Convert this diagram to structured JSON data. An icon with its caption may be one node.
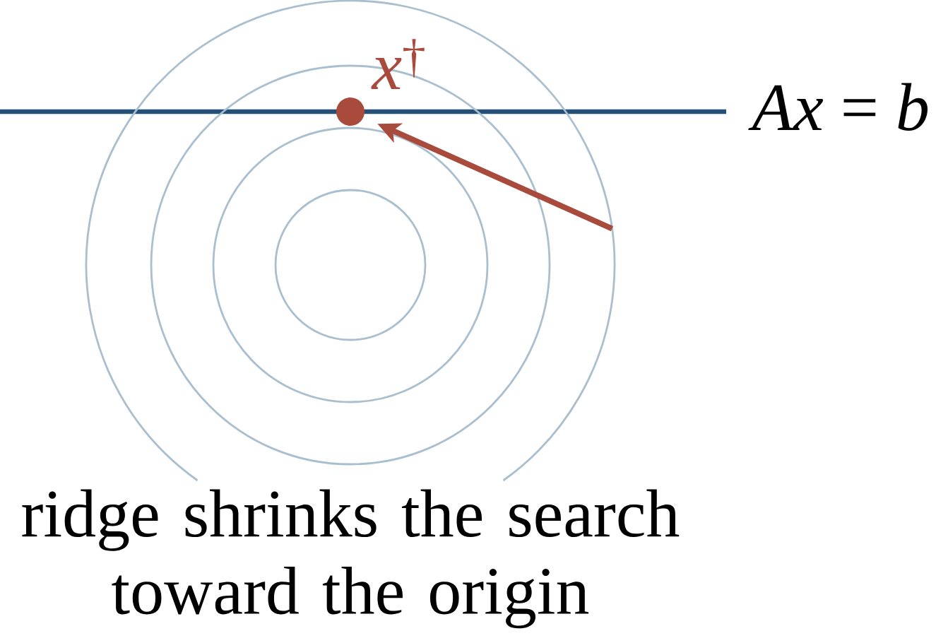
{
  "diagram": {
    "caption": "ridge shrinks the search toward the origin",
    "nodes": [
      {
        "text": [],
        "shape": "circle"
      },
      {
        "text": [],
        "shape": "circle",
        "in": 0
      },
      {
        "text": [],
        "shape": "dot",
        "beside": [
          "*x*$^{†}$"
        ],
        "in": 1
      },
      {
        "text": [],
        "shape": "circle",
        "in": 1
      },
      {
        "text": [],
        "shape": "circle",
        "in": 3
      }
    ],
    "edges": [
      {
        "from": 0,
        "to": 2,
        "arrow": "to"
      }
    ],
    "labels": [
      "*Ax* = *b*"
    ]
  }
}
